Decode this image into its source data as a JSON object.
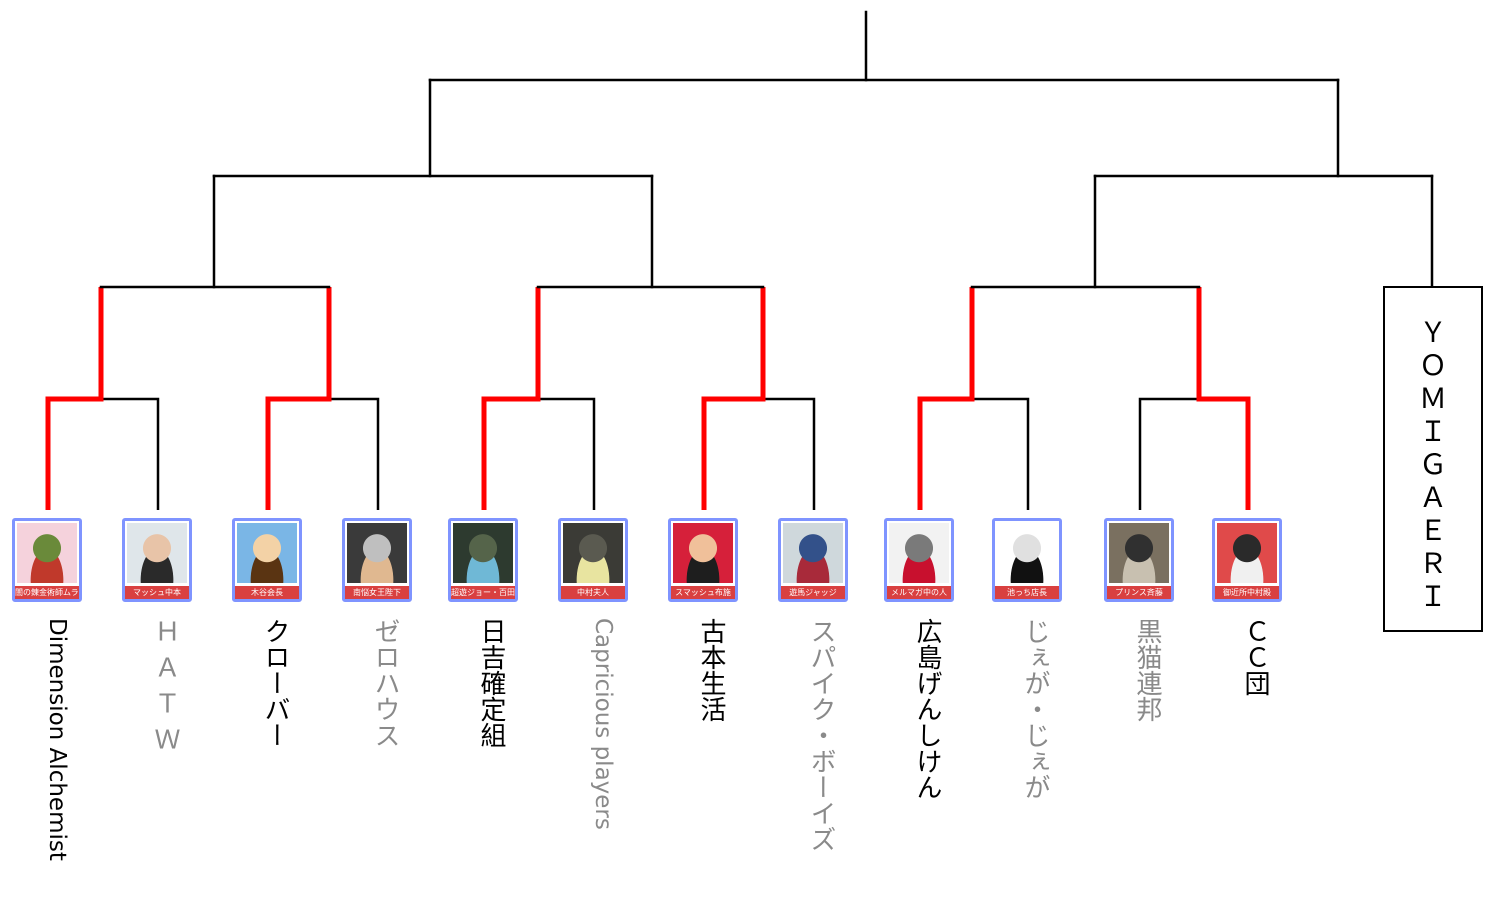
{
  "entrants": [
    {
      "tag": "闇の錬金術師ムラナコ",
      "name": "Dimension Alchemist",
      "result": "win",
      "palette": [
        "#f5d2dc",
        "#c0392b",
        "#6a8a3a"
      ]
    },
    {
      "tag": "マッシュ中本",
      "name": "ＨＡＴＷ",
      "result": "lose",
      "palette": [
        "#dfe6ea",
        "#2a2a2a",
        "#e8c4a8"
      ]
    },
    {
      "tag": "木谷会長",
      "name": "クローバー",
      "result": "win",
      "palette": [
        "#7ab6e6",
        "#5a3412",
        "#f3d2a6"
      ]
    },
    {
      "tag": "南悩女王陛下",
      "name": "ゼロハウス",
      "result": "lose",
      "palette": [
        "#3a3a3a",
        "#e0b890",
        "#bfbfbf"
      ]
    },
    {
      "tag": "超遊ジョー・百田",
      "name": "日吉確定組",
      "result": "win",
      "palette": [
        "#2d3a2f",
        "#6fb8d6",
        "#55644a"
      ]
    },
    {
      "tag": "中村夫人",
      "name": "Capricious players",
      "result": "lose",
      "palette": [
        "#3b3b36",
        "#e8e4a0",
        "#5a5a50"
      ]
    },
    {
      "tag": "スマッシュ布施",
      "name": "古本生活",
      "result": "win",
      "palette": [
        "#d6203a",
        "#1e1e1e",
        "#f0c09a"
      ]
    },
    {
      "tag": "遊馬ジャッジ",
      "name": "スパイク・ボーイズ",
      "result": "lose",
      "palette": [
        "#cfd8dc",
        "#a82a3a",
        "#33518a"
      ]
    },
    {
      "tag": "メルマガ中の人",
      "name": "広島げんしけん",
      "result": "win",
      "palette": [
        "#f2f2f2",
        "#c8102e",
        "#7a7a7a"
      ]
    },
    {
      "tag": "池っち店長",
      "name": "じぇが・じぇが",
      "result": "lose",
      "palette": [
        "#ffffff",
        "#111111",
        "#e0e0e0"
      ]
    },
    {
      "tag": "プリンス斉藤",
      "name": "黒猫連邦",
      "result": "lose",
      "palette": [
        "#7a7060",
        "#c8c0b0",
        "#303030"
      ]
    },
    {
      "tag": "御近所中村殿",
      "name": "ＣＣ団",
      "result": "win",
      "palette": [
        "#e04a4a",
        "#f0f0f0",
        "#2a2a2a"
      ]
    }
  ],
  "bye": {
    "label": "ＹＯＭＩＧＡＥＲＩ"
  },
  "colors": {
    "win_line": "#ff0000",
    "line": "#000000",
    "avatar_border": "#7f94ff",
    "tag_bg": "#d94040",
    "win_text": "#000000",
    "lose_text": "#8a8a8a"
  }
}
